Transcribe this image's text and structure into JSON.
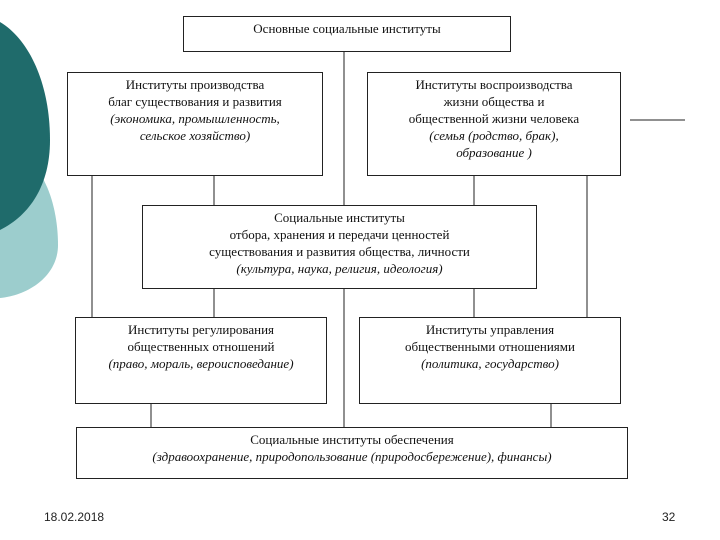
{
  "diagram": {
    "title_box": {
      "text": "Основные социальные институты"
    },
    "production_box": {
      "lines": [
        "Институты производства",
        "благ существования и развития"
      ],
      "examples": [
        "(экономика, промышленность,",
        "сельское хозяйство)"
      ]
    },
    "reproduction_box": {
      "lines": [
        "Институты воспроизводства",
        "жизни общества и",
        "общественной жизни человека"
      ],
      "examples": [
        "(семья (родство, брак),",
        "образование )"
      ]
    },
    "values_box": {
      "lines": [
        "Социальные институты",
        "отбора, хранения и передачи ценностей",
        "существования и развития общества, личности"
      ],
      "examples": [
        "(культура, наука, религия, идеология)"
      ]
    },
    "regulation_box": {
      "lines": [
        "Институты регулирования",
        "общественных отношений"
      ],
      "examples": [
        "(право, мораль, вероисповедание)"
      ]
    },
    "management_box": {
      "lines": [
        "Институты управления",
        "общественными отношениями"
      ],
      "examples": [
        "(политика, государство)"
      ]
    },
    "support_box": {
      "lines": [
        "Социальные институты обеспечения"
      ],
      "examples": [
        "(здравоохранение, природопользование (природосбережение), финансы)"
      ]
    }
  },
  "footer": {
    "date": "18.02.2018",
    "page_number": "32"
  },
  "colors": {
    "teal_dark": "#1f6b6b",
    "teal_light": "#9ccdcd",
    "line": "#222222"
  }
}
